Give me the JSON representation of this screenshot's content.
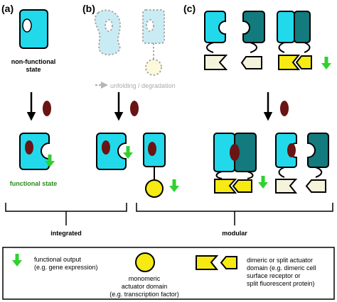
{
  "panels": {
    "a": "(a)",
    "b": "(b)",
    "c": "(c)"
  },
  "labels": {
    "nonfunctional_line1": "non-functional",
    "nonfunctional_line2": "state",
    "unfolding": "unfolding / degradation",
    "functional_state": "functional state",
    "integrated": "integrated",
    "modular": "modular"
  },
  "legend": {
    "output_line1": "functional output",
    "output_line2": "(e.g. gene expression)",
    "monomeric_line1": "monomeric",
    "monomeric_line2": "actuator domain",
    "monomeric_line3": "(e.g. transcription factor)",
    "dimeric_line1": "dimeric or split actuator",
    "dimeric_line2": "domain (e.g. dimeric cell",
    "dimeric_line3": "surface receptor or",
    "dimeric_line4": "split fluorescent protein)"
  },
  "colors": {
    "cyan": "#22d9ec",
    "teal": "#137a7e",
    "ligand": "#6a1414",
    "arrow_green": "#2fd12f",
    "label_green": "#2a8a1e",
    "yellow": "#f6ea12",
    "cream": "#f6f3dc",
    "ghost": "#c9ecf4"
  }
}
